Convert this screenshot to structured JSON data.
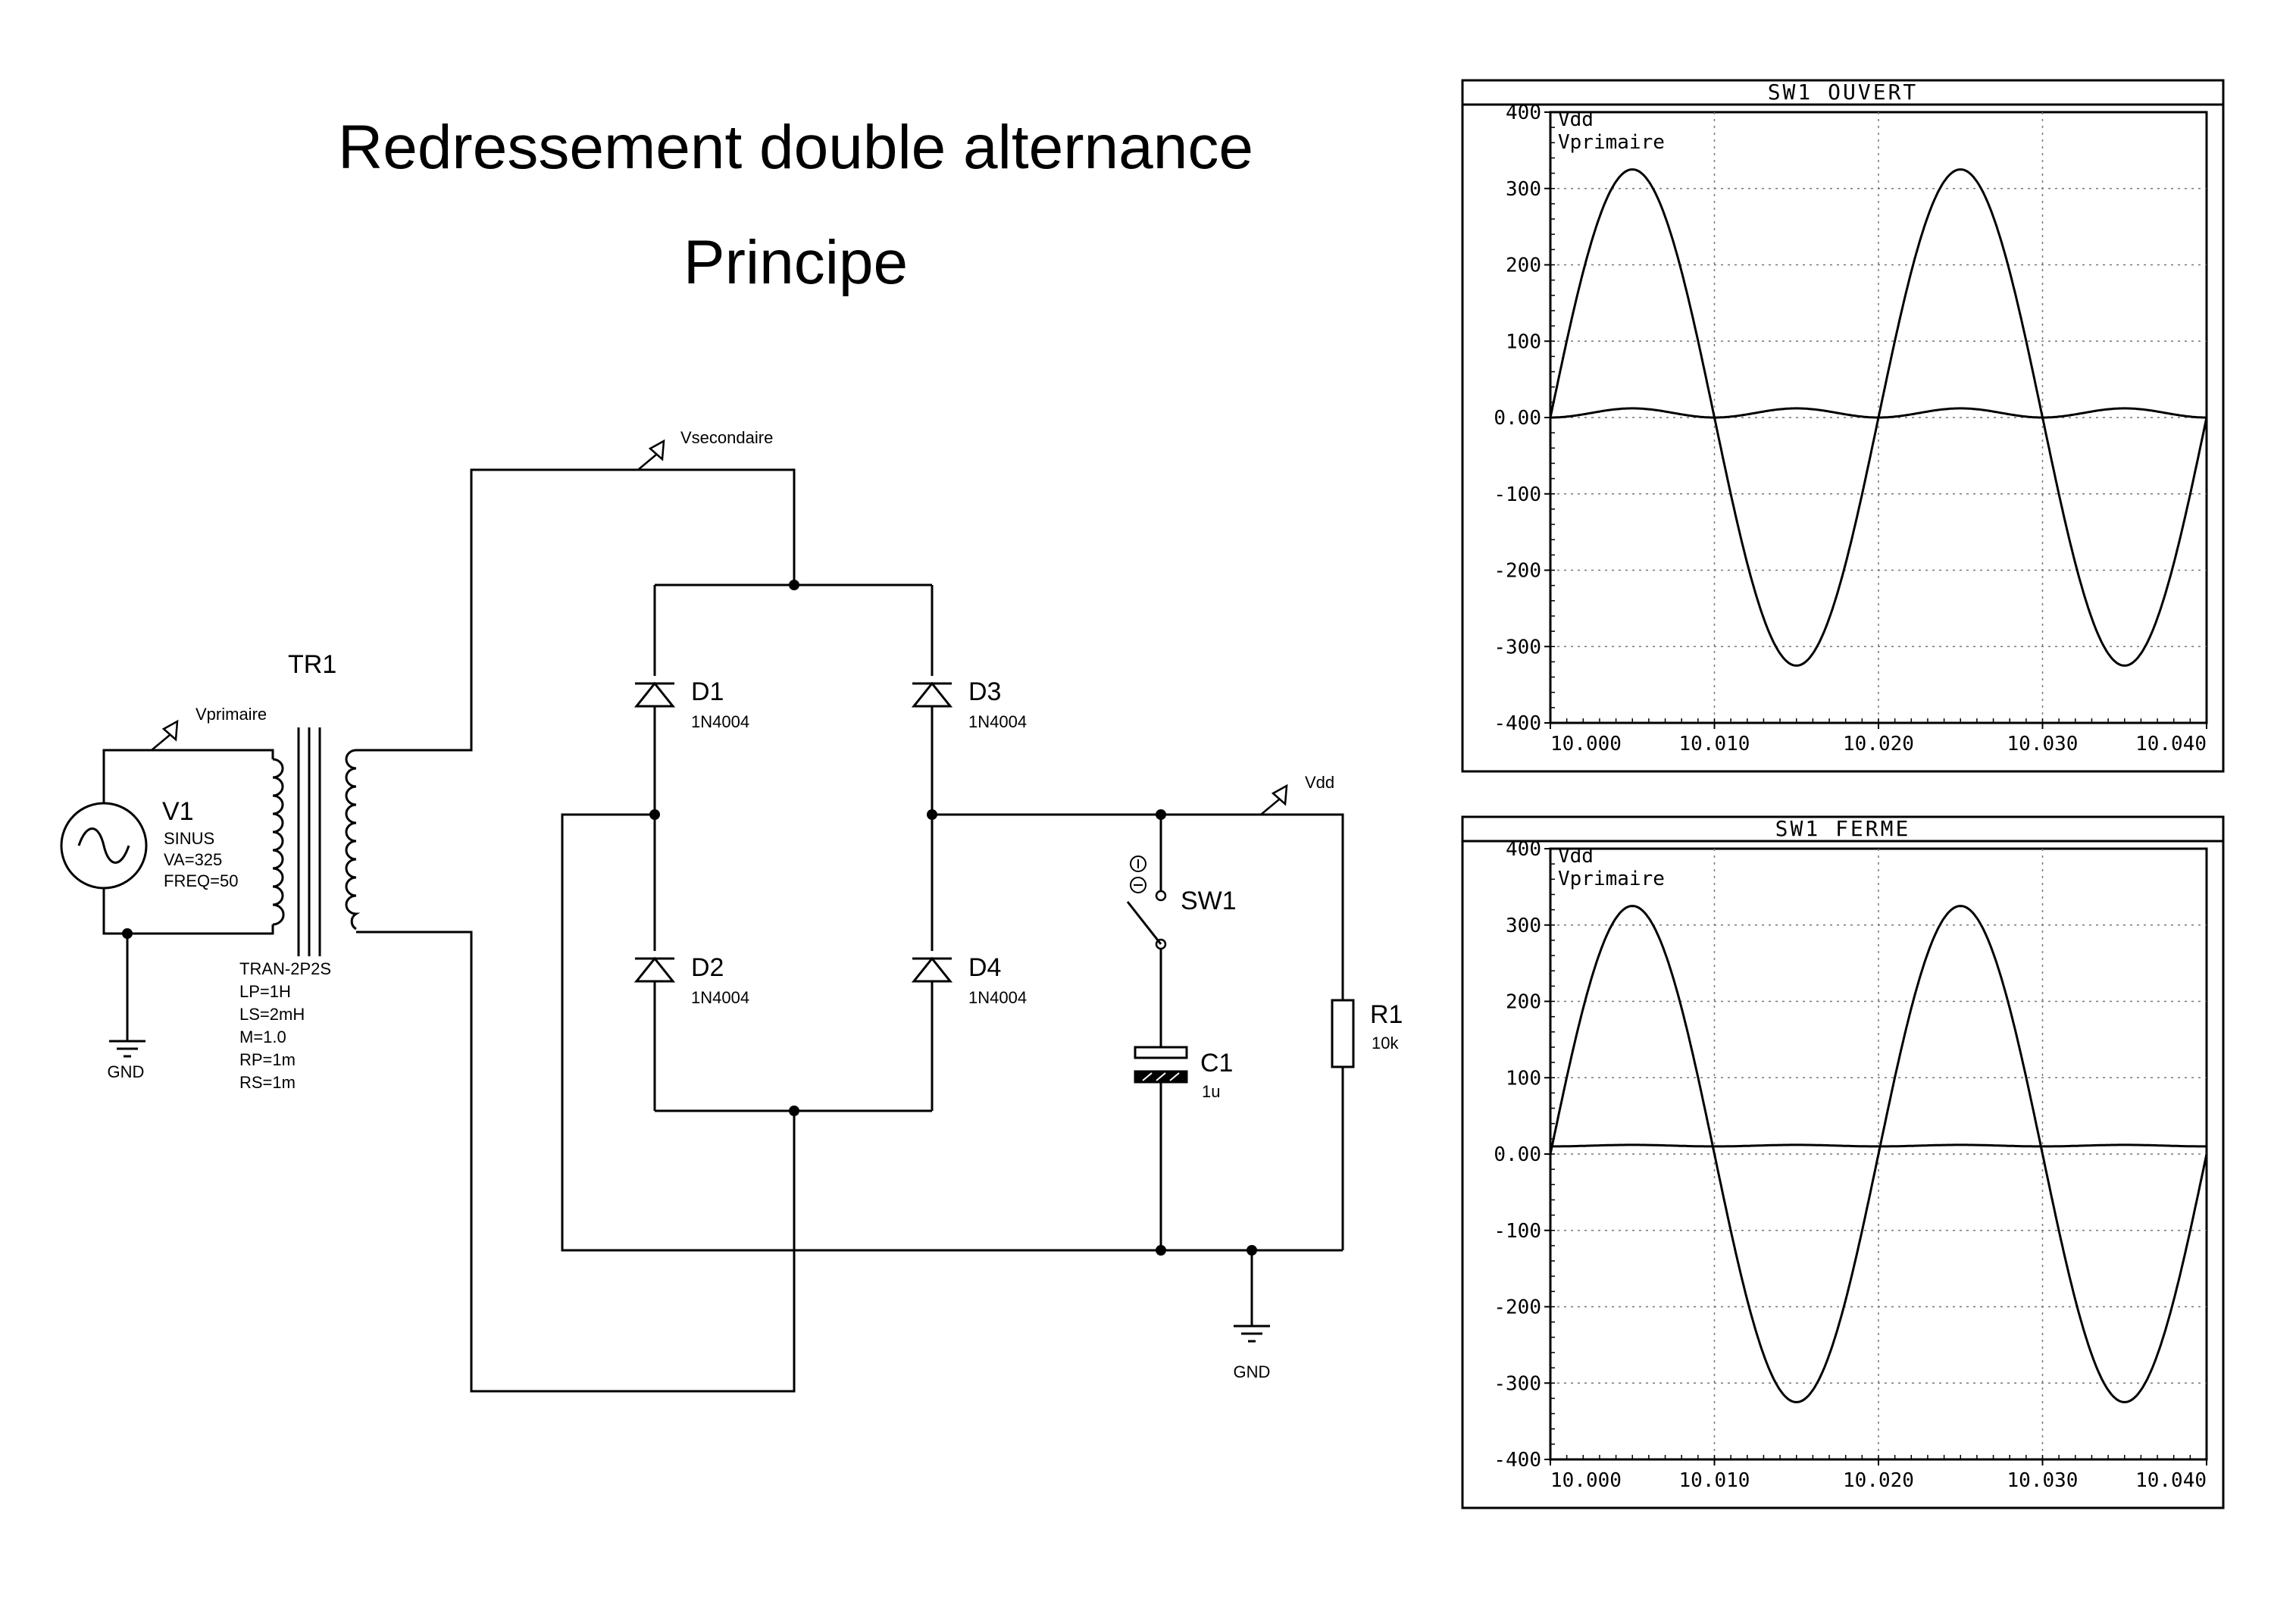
{
  "title": "Redressement double alternance",
  "subtitle": "Principe",
  "components": {
    "tr1": {
      "name": "TR1",
      "model": "TRAN-2P2S",
      "params": [
        "LP=1H",
        "LS=2mH",
        "M=1.0",
        "RP=1m",
        "RS=1m"
      ]
    },
    "v1": {
      "name": "V1",
      "params": [
        "SINUS",
        "VA=325",
        "FREQ=50"
      ]
    },
    "d1": {
      "name": "D1",
      "model": "1N4004"
    },
    "d2": {
      "name": "D2",
      "model": "1N4004"
    },
    "d3": {
      "name": "D3",
      "model": "1N4004"
    },
    "d4": {
      "name": "D4",
      "model": "1N4004"
    },
    "sw1": {
      "name": "SW1"
    },
    "c1": {
      "name": "C1",
      "value": "1u"
    },
    "r1": {
      "name": "R1",
      "value": "10k"
    },
    "gnd": "GND",
    "probes": {
      "vprimaire": "Vprimaire",
      "vsecondaire": "Vsecondaire",
      "vdd": "Vdd"
    }
  },
  "chart_data": [
    {
      "type": "line",
      "title": "SW1 OUVERT",
      "xticks": [
        "10.000",
        "10.010",
        "10.020",
        "10.030",
        "10.040"
      ],
      "yticks": [
        "400",
        "300",
        "200",
        "100",
        "0.00",
        "-100",
        "-200",
        "-300",
        "-400"
      ],
      "xlim": [
        10.0,
        10.04
      ],
      "ylim": [
        -400,
        400
      ],
      "grid": true,
      "legend_position": "top-left",
      "series": [
        {
          "name": "Vdd",
          "x": [
            10.0,
            10.005,
            10.01,
            10.015,
            10.02,
            10.025,
            10.03,
            10.035,
            10.04
          ],
          "y": [
            0,
            12,
            0,
            12,
            0,
            12,
            0,
            12,
            0
          ]
        },
        {
          "name": "Vprimaire",
          "x": [
            10.0,
            10.005,
            10.01,
            10.015,
            10.02,
            10.025,
            10.03,
            10.035,
            10.04
          ],
          "y": [
            0,
            325,
            0,
            -325,
            0,
            325,
            0,
            -325,
            0
          ]
        }
      ]
    },
    {
      "type": "line",
      "title": "SW1 FERME",
      "xticks": [
        "10.000",
        "10.010",
        "10.020",
        "10.030",
        "10.040"
      ],
      "yticks": [
        "400",
        "300",
        "200",
        "100",
        "0.00",
        "-100",
        "-200",
        "-300",
        "-400"
      ],
      "xlim": [
        10.0,
        10.04
      ],
      "ylim": [
        -400,
        400
      ],
      "grid": true,
      "legend_position": "top-left",
      "series": [
        {
          "name": "Vdd",
          "x": [
            10.0,
            10.005,
            10.01,
            10.015,
            10.02,
            10.025,
            10.03,
            10.035,
            10.04
          ],
          "y": [
            10,
            12,
            10,
            12,
            10,
            12,
            10,
            12,
            10
          ]
        },
        {
          "name": "Vprimaire",
          "x": [
            10.0,
            10.005,
            10.01,
            10.015,
            10.02,
            10.025,
            10.03,
            10.035,
            10.04
          ],
          "y": [
            0,
            325,
            0,
            -325,
            0,
            325,
            0,
            -325,
            0
          ]
        }
      ]
    }
  ]
}
